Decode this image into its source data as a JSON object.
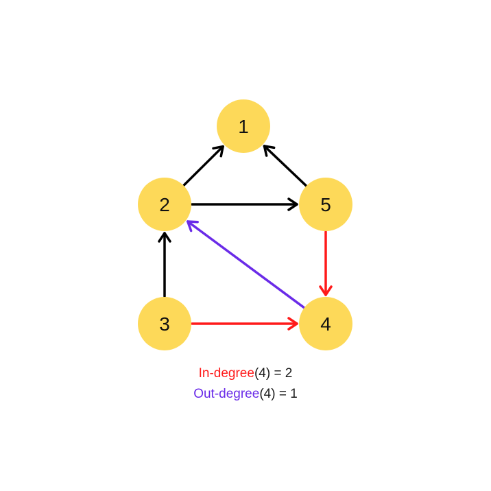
{
  "colors": {
    "node_fill": "#FDD959",
    "edge_default": "#000000",
    "in_degree": "#FF1A1A",
    "out_degree": "#6A2BE8",
    "text": "#1a1a1a"
  },
  "nodes": [
    {
      "id": "1",
      "label": "1"
    },
    {
      "id": "2",
      "label": "2"
    },
    {
      "id": "3",
      "label": "3"
    },
    {
      "id": "4",
      "label": "4"
    },
    {
      "id": "5",
      "label": "5"
    }
  ],
  "edges": [
    {
      "from": "2",
      "to": "1",
      "color": "edge_default"
    },
    {
      "from": "5",
      "to": "1",
      "color": "edge_default"
    },
    {
      "from": "2",
      "to": "5",
      "color": "edge_default"
    },
    {
      "from": "3",
      "to": "2",
      "color": "edge_default"
    },
    {
      "from": "4",
      "to": "2",
      "color": "out_degree"
    },
    {
      "from": "5",
      "to": "4",
      "color": "in_degree"
    },
    {
      "from": "3",
      "to": "4",
      "color": "in_degree"
    }
  ],
  "legend": {
    "in": {
      "term": "In-degree",
      "rest": "(4) = 2"
    },
    "out": {
      "term": "Out-degree",
      "rest": "(4) = 1"
    }
  }
}
